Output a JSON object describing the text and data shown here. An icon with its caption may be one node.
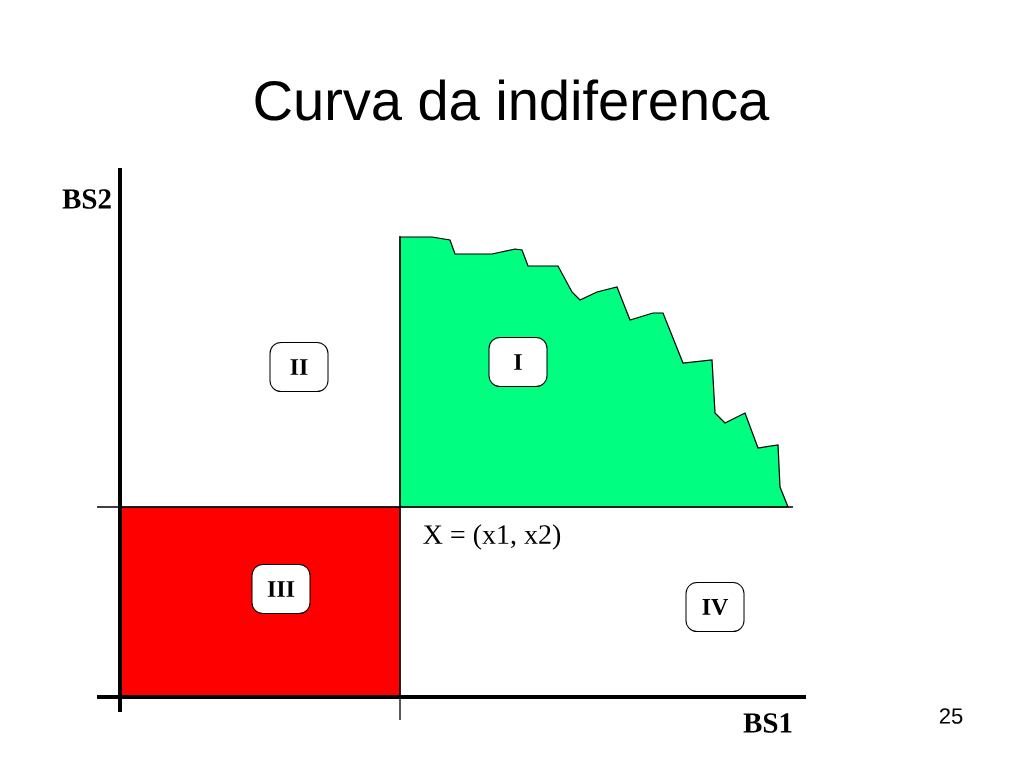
{
  "diagram": {
    "title": "Curva da indiferenca",
    "nodes": [
      {
        "text": [
          "II"
        ]
      },
      {
        "text": [
          "I"
        ]
      },
      {
        "text": [
          "III"
        ]
      },
      {
        "text": [
          "IV"
        ]
      }
    ],
    "labels": [
      "BS2",
      "X = (x1, x2)",
      "BS1",
      "25"
    ]
  }
}
